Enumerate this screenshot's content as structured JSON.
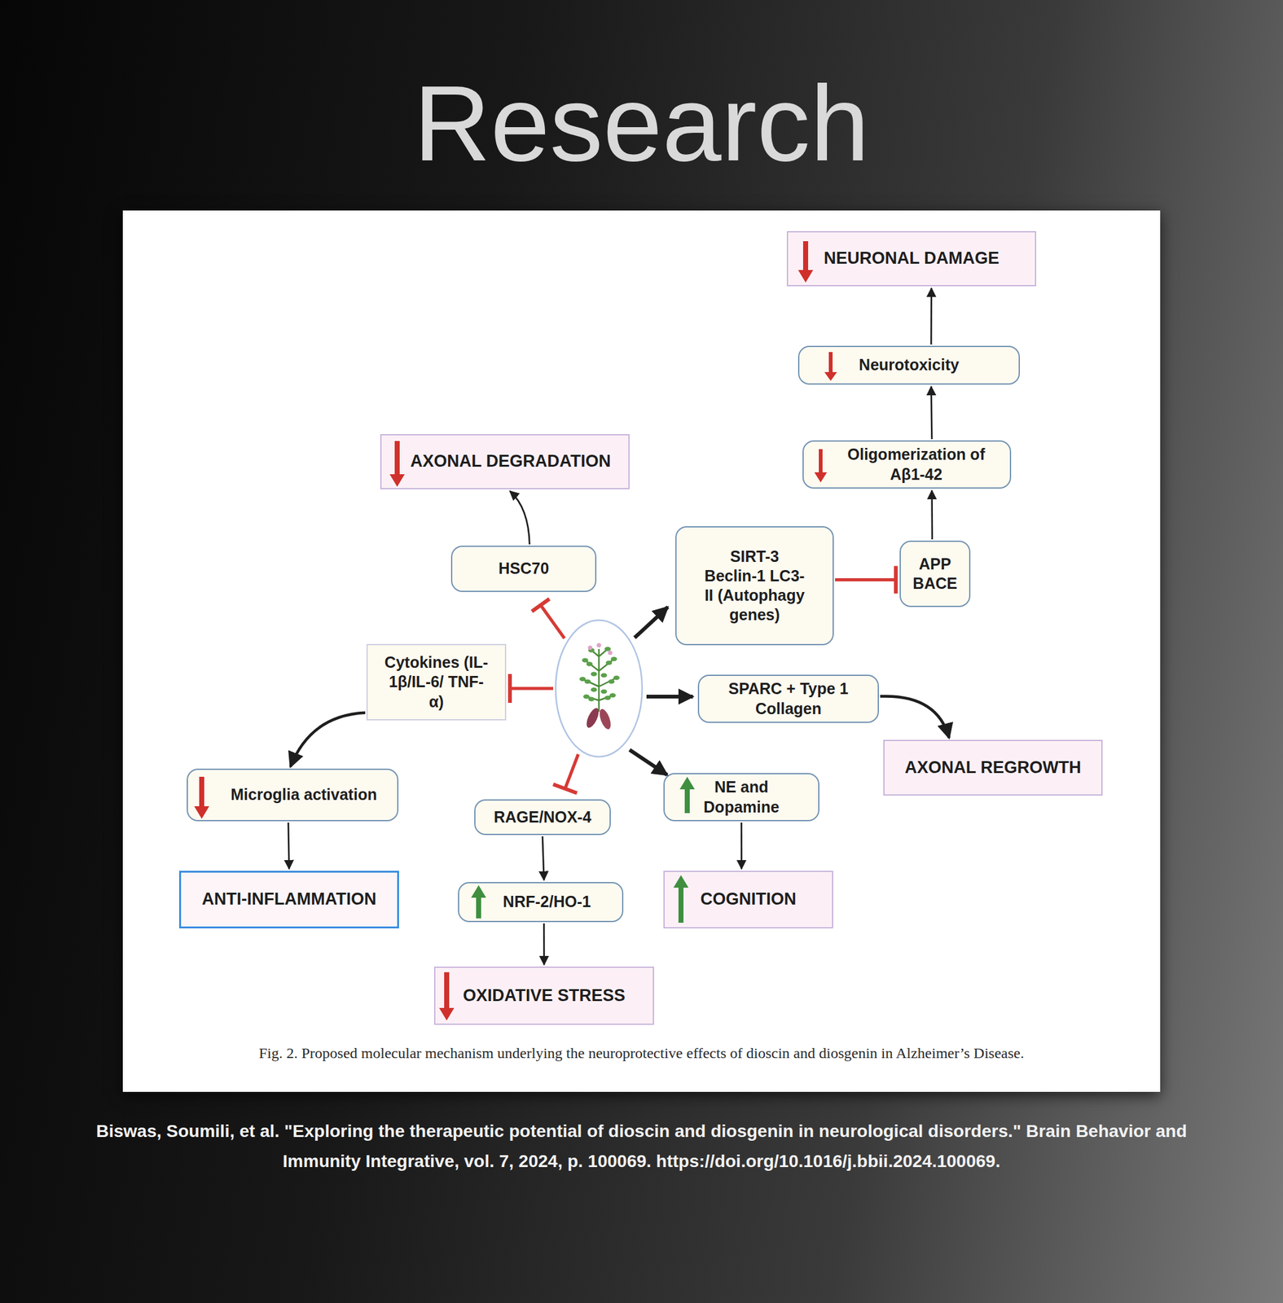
{
  "diagram": {
    "title": "Research",
    "caption": "Fig. 2. Proposed molecular mechanism underlying the neuroprotective effects of dioscin and diosgenin in Alzheimer’s Disease.",
    "nodes": [
      {
        "text": [
          "NEURONAL DAMAGE"
        ]
      },
      {
        "text": [
          "Neurotoxicity"
        ]
      },
      {
        "text": [
          "AXONAL DEGRADATION"
        ]
      },
      {
        "text": [
          "Oligomerization of Aβ1-42"
        ]
      },
      {
        "text": [
          "HSC70"
        ]
      },
      {
        "text": [
          "SIRT-3 Beclin-1 LC3-II (Autophagy genes)"
        ]
      },
      {
        "text": [
          "APP BACE"
        ]
      },
      {
        "text": [
          "Cytokines (IL-1β/IL-6/ TNF-α)"
        ]
      },
      {
        "text": [
          "SPARC + Type 1 Collagen"
        ]
      },
      {
        "text": [
          "AXONAL REGROWTH"
        ]
      },
      {
        "text": [
          "Microglia activation"
        ]
      },
      {
        "text": [
          "NE and Dopamine"
        ]
      },
      {
        "text": [
          "RAGE/NOX-4"
        ]
      },
      {
        "text": [
          "ANTI-INFLAMMATION"
        ]
      },
      {
        "text": [
          "NRF-2/HO-1"
        ]
      },
      {
        "text": [
          "COGNITION"
        ]
      },
      {
        "text": [
          "OXIDATIVE STRESS"
        ]
      }
    ],
    "edges": [
      {
        "from": 6,
        "to": 3,
        "arrow": "to"
      },
      {
        "from": 3,
        "to": 1,
        "arrow": "to"
      },
      {
        "from": 1,
        "to": 0,
        "arrow": "to"
      },
      {
        "from": 4,
        "to": 2,
        "arrow": "to"
      },
      {
        "from": 5,
        "to": 6,
        "arrow": "to"
      },
      {
        "from": 7,
        "to": 10,
        "arrow": "to"
      },
      {
        "from": 8,
        "to": 9,
        "arrow": "to"
      },
      {
        "from": 10,
        "to": 13,
        "arrow": "to"
      },
      {
        "from": 11,
        "to": 15,
        "arrow": "to"
      },
      {
        "from": 12,
        "to": 14,
        "arrow": "to"
      },
      {
        "from": 14,
        "to": 16,
        "arrow": "to"
      }
    ],
    "labels": [
      "Biswas, Soumili, et al. \"Exploring the therapeutic potential of dioscin and diosgenin in neurological disorders.\" Brain Behavior and Immunity Integrative, vol. 7, 2024, p. 100069. https://doi.org/10.1016/j.bbii.2024.100069."
    ]
  }
}
